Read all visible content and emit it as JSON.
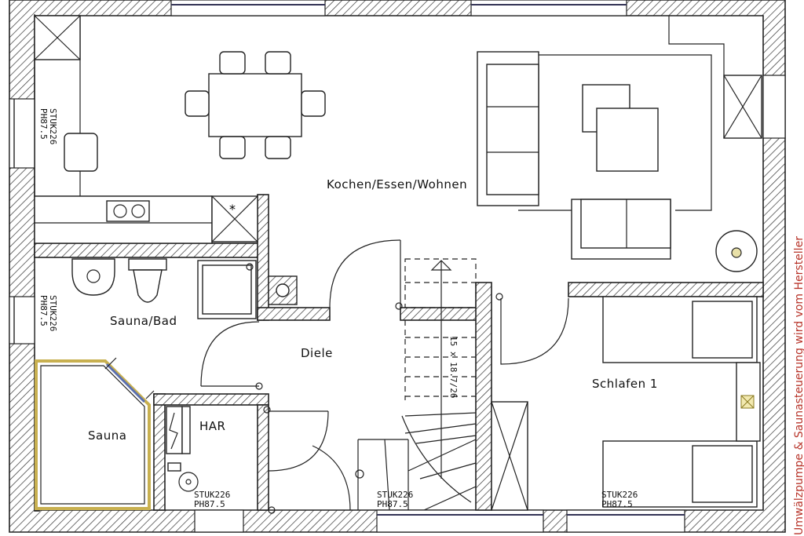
{
  "rooms": {
    "kochen": "Kochen/Essen/Wohnen",
    "sauna_bad": "Sauna/Bad",
    "diele": "Diele",
    "sauna": "Sauna",
    "har": "HAR",
    "schlafen": "Schlafen 1"
  },
  "stair_label": "15 x 18.7/26",
  "window_marks": {
    "w_left_top": [
      "STUK226",
      "PH87.5"
    ],
    "w_left_mid": [
      "STUK226",
      "PH87.5"
    ],
    "w_bottom_1": [
      "STUK226",
      "PH87.5"
    ],
    "w_bottom_2": [
      "STUK226",
      "PH87.5"
    ],
    "w_bottom_3": [
      "STUK226",
      "PH87.5"
    ]
  },
  "side_note": "Umwälzpumpe & Saunasteuerung wird vom Hersteller"
}
